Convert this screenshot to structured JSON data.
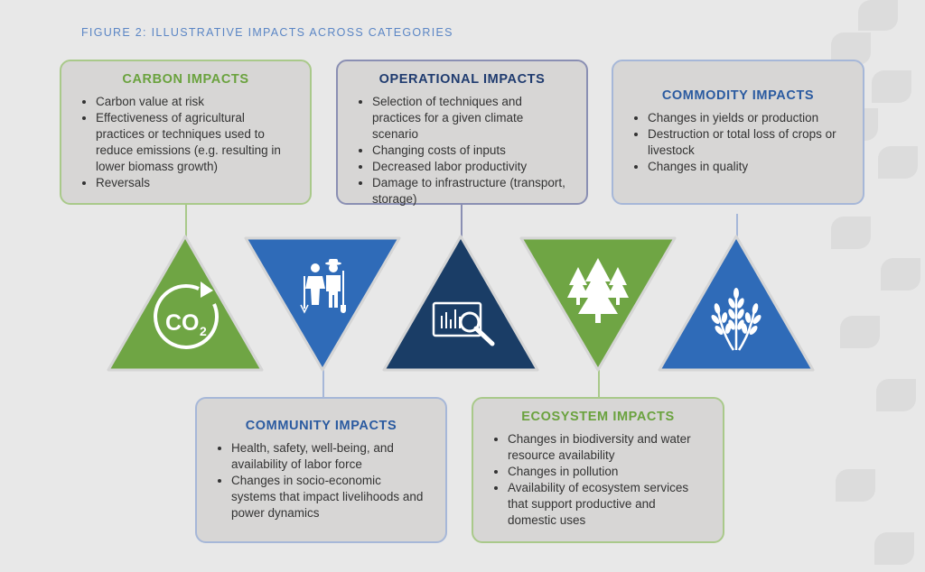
{
  "figure_title": "FIGURE 2: ILLUSTRATIVE IMPACTS ACROSS CATEGORIES",
  "colors": {
    "green": "#6fa544",
    "blue": "#2f6bb8",
    "navy": "#1a3d66",
    "box_bg": "#d7d6d5"
  },
  "boxes": {
    "carbon": {
      "title": "CARBON IMPACTS",
      "items": [
        "Carbon value at risk",
        "Effectiveness of agricultural practices or techniques used to reduce emissions (e.g. resulting in lower biomass growth)",
        "Reversals"
      ]
    },
    "operational": {
      "title": "OPERATIONAL IMPACTS",
      "items": [
        "Selection of techniques and practices for a given climate scenario",
        "Changing costs of inputs",
        "Decreased labor productivity",
        "Damage to infrastructure (transport, storage)"
      ]
    },
    "commodity": {
      "title": "COMMODITY IMPACTS",
      "items": [
        "Changes in yields or production",
        "Destruction or total loss of crops or livestock",
        "Changes in quality"
      ]
    },
    "community": {
      "title": "COMMUNITY IMPACTS",
      "items": [
        "Health, safety, well-being, and availability of labor force",
        "Changes in socio-economic systems that impact livelihoods and power dynamics"
      ]
    },
    "ecosystem": {
      "title": "ECOSYSTEM IMPACTS",
      "items": [
        "Changes in biodiversity and water resource availability",
        "Changes in pollution",
        "Availability of ecosystem services that support productive and domestic uses"
      ]
    }
  },
  "icons": {
    "co2_text": "CO",
    "co2_sub": "2",
    "names": [
      "co2-icon",
      "farmers-icon",
      "monitor-magnifier-icon",
      "trees-icon",
      "wheat-icon"
    ]
  }
}
